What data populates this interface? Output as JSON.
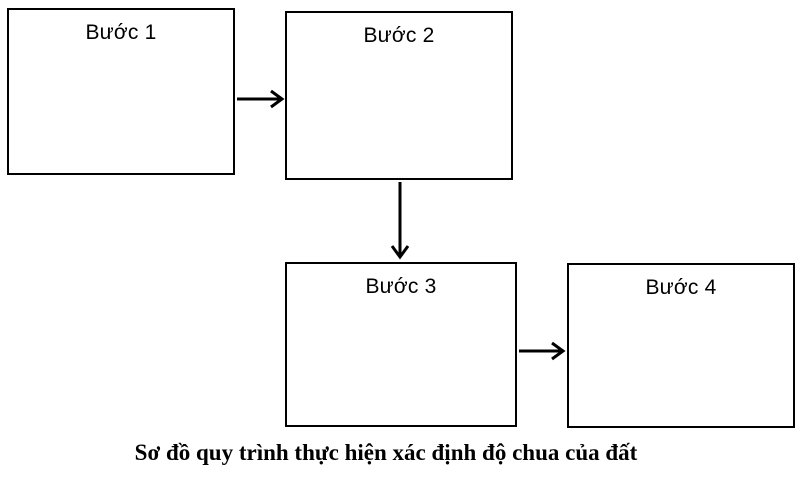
{
  "diagram": {
    "boxes": [
      {
        "label": "Bước 1"
      },
      {
        "label": "Bước 2"
      },
      {
        "label": "Bước 3"
      },
      {
        "label": "Bước 4"
      }
    ],
    "arrows": [
      {
        "name": "arrow-step1-to-step2",
        "direction": "right"
      },
      {
        "name": "arrow-step2-to-step3",
        "direction": "down"
      },
      {
        "name": "arrow-step3-to-step4",
        "direction": "right"
      }
    ],
    "caption": "Sơ đồ quy trình thực hiện xác định độ chua của đất",
    "colors": {
      "stroke": "#000000",
      "background": "#ffffff"
    }
  }
}
